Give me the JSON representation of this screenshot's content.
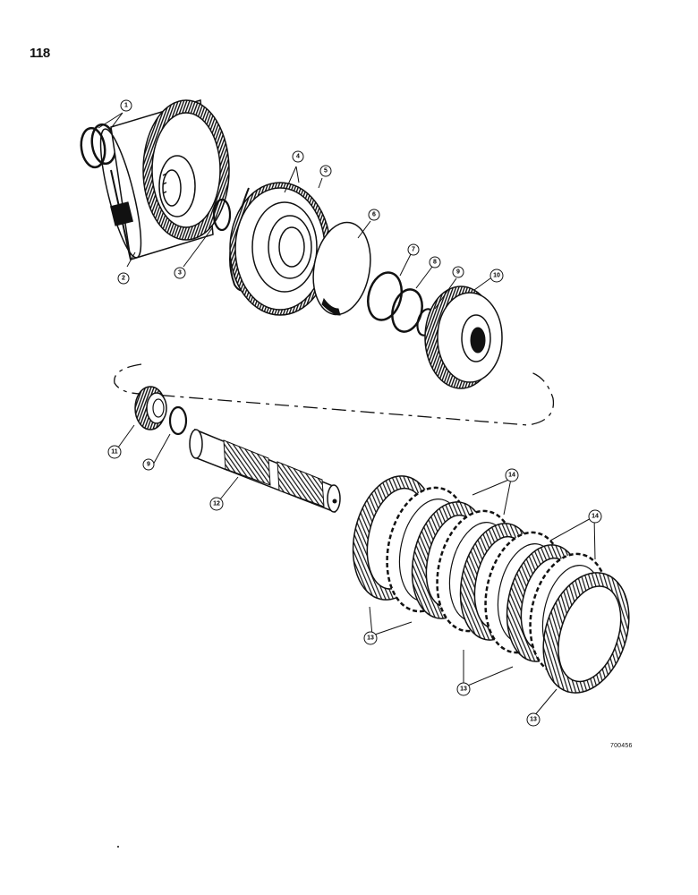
{
  "page_number": "118",
  "figure_code": "700456",
  "callouts": [
    "1",
    "2",
    "3",
    "4",
    "5",
    "6",
    "7",
    "8",
    "9",
    "10",
    "11",
    "9",
    "12",
    "14",
    "14",
    "13",
    "13",
    "13"
  ],
  "colors": {
    "ink": "#111111",
    "paper": "#ffffff"
  }
}
